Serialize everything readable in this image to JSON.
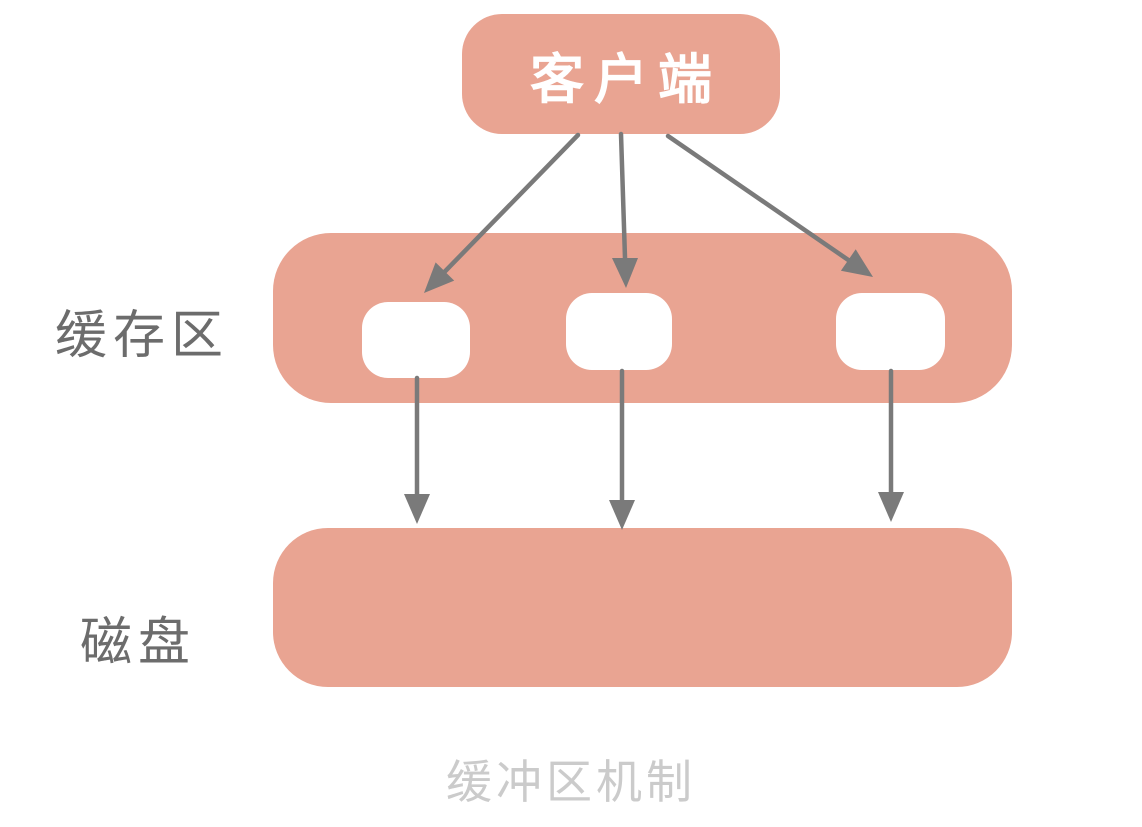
{
  "diagram": {
    "title_caption": "缓冲区机制",
    "nodes": {
      "client": {
        "label": "客户端"
      },
      "cache": {
        "label": "缓存区",
        "slots": 3
      },
      "disk": {
        "label": "磁盘"
      }
    },
    "edges": [
      {
        "from": "client",
        "to": "cache-slot-1"
      },
      {
        "from": "client",
        "to": "cache-slot-2"
      },
      {
        "from": "client",
        "to": "cache-slot-3"
      },
      {
        "from": "cache-slot-1",
        "to": "disk"
      },
      {
        "from": "cache-slot-2",
        "to": "disk"
      },
      {
        "from": "cache-slot-3",
        "to": "disk"
      }
    ]
  },
  "colors": {
    "salmon": "#E9A492",
    "arrow": "#7A7A7A",
    "label": "#6C6C6C",
    "caption": "#CBCBCB",
    "slot": "#FFFFFF",
    "node_text": "#FFFFFF",
    "background": "#FFFFFF"
  }
}
